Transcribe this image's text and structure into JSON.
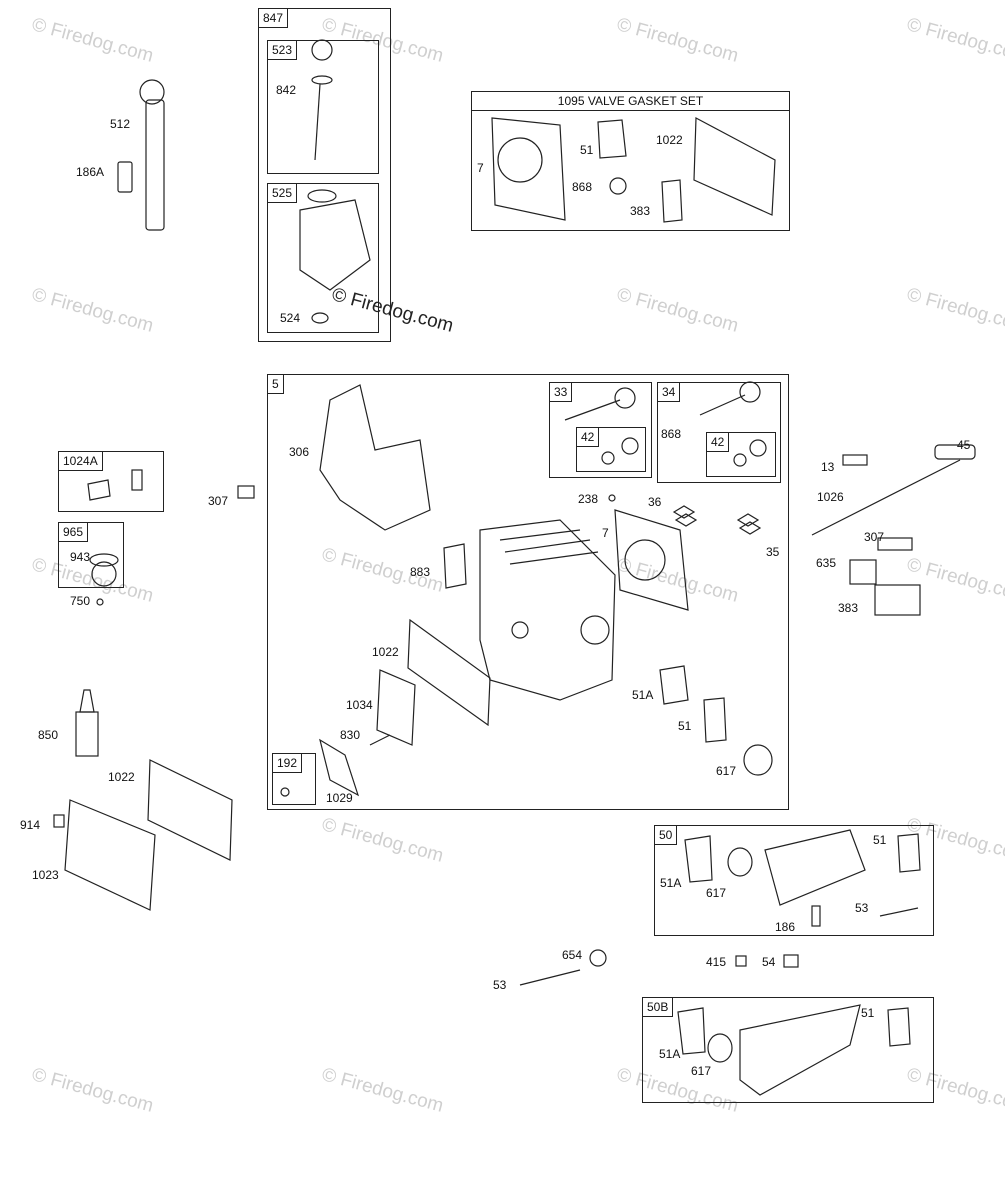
{
  "watermark": {
    "text": "© Firedog.com",
    "center_text": "© Firedog.com"
  },
  "boxes": {
    "b847": "847",
    "b523": "523",
    "b525": "525",
    "b1095": "1095 VALVE GASKET SET",
    "b5": "5",
    "b33": "33",
    "b34": "34",
    "b42a": "42",
    "b42b": "42",
    "b1024A": "1024A",
    "b965": "965",
    "b192": "192",
    "b50": "50",
    "b50B": "50B"
  },
  "labels": {
    "l512": "512",
    "l186A": "186A",
    "l842": "842",
    "l524": "524",
    "l7a": "7",
    "l51a": "51",
    "l1022a": "1022",
    "l868a": "868",
    "l383a": "383",
    "l307a": "307",
    "l306": "306",
    "l238": "238",
    "l36": "36",
    "l7b": "7",
    "l35": "35",
    "l868b": "868",
    "l883": "883",
    "l1022b": "1022",
    "l1034": "1034",
    "l830": "830",
    "l1029": "1029",
    "l51A": "51A",
    "l51b": "51",
    "l617": "617",
    "l13": "13",
    "l45": "45",
    "l1026": "1026",
    "l307b": "307",
    "l635": "635",
    "l383b": "383",
    "l943": "943",
    "l750": "750",
    "l850": "850",
    "l1022c": "1022",
    "l914": "914",
    "l1023": "1023",
    "l51Ac": "51A",
    "l617c": "617",
    "l51c": "51",
    "l186": "186",
    "l53a": "53",
    "l654": "654",
    "l53b": "53",
    "l415": "415",
    "l54": "54",
    "l51Ad": "51A",
    "l617d": "617",
    "l51d": "51"
  }
}
